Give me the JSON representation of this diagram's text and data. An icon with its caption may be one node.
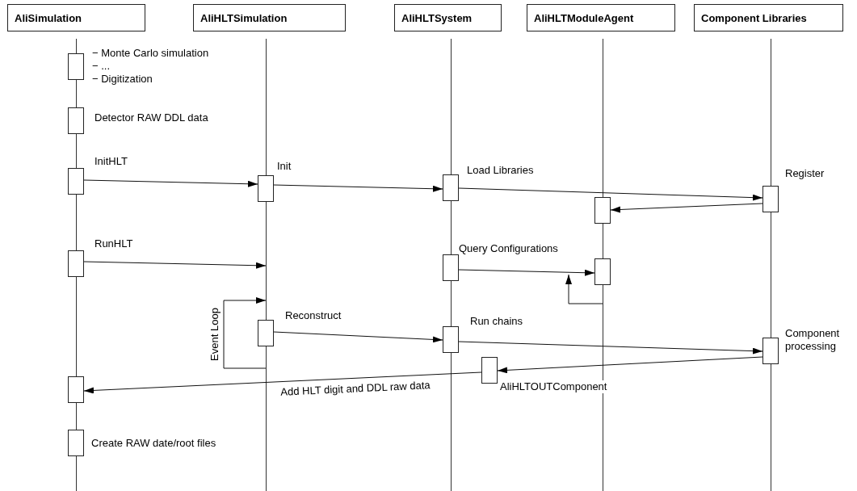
{
  "diagram": {
    "nodes": [
      {
        "text": [
          "AliSimulation"
        ]
      },
      {
        "text": [
          "AliHLTSimulation"
        ]
      },
      {
        "text": [
          "AliHLTSystem"
        ]
      },
      {
        "text": [
          "AliHLTModuleAgent"
        ]
      },
      {
        "text": [
          "Component Libraries"
        ]
      },
      {
        "text": [],
        "shape": "line"
      },
      {
        "text": [],
        "shape": "line"
      },
      {
        "text": [],
        "shape": "line"
      },
      {
        "text": [],
        "shape": "line"
      },
      {
        "text": [],
        "shape": "line"
      },
      {
        "text": [],
        "shape": "box",
        "beside": [
          "− Monte Carlo simulation",
          "− ...",
          "− Digitization"
        ]
      },
      {
        "text": [],
        "shape": "box",
        "beside": [
          "Detector RAW DDL data"
        ]
      },
      {
        "text": [],
        "shape": "box",
        "beside": [
          "InitHLT"
        ]
      },
      {
        "text": [],
        "shape": "box",
        "beside": [
          "Init"
        ]
      },
      {
        "text": [],
        "shape": "box",
        "beside": [
          "Load Libraries"
        ]
      },
      {
        "text": [],
        "shape": "box",
        "beside": [
          "Register"
        ]
      },
      {
        "text": [],
        "shape": "box"
      },
      {
        "text": [],
        "shape": "box",
        "beside": [
          "RunHLT"
        ]
      },
      {
        "text": [],
        "shape": "box",
        "beside": [
          "Query Configurations"
        ]
      },
      {
        "text": [],
        "shape": "box"
      },
      {
        "text": [],
        "shape": "box",
        "beside": [
          "Reconstruct"
        ]
      },
      {
        "text": [],
        "shape": "box",
        "beside": [
          "Run chains"
        ]
      },
      {
        "text": [],
        "shape": "box",
        "beside": [
          "Component processing"
        ]
      },
      {
        "text": [],
        "shape": "box",
        "beside": [
          "AliHLTOUTComponent"
        ]
      },
      {
        "text": [],
        "shape": "box"
      },
      {
        "text": [],
        "shape": "box",
        "beside": [
          "Create RAW date/root files"
        ]
      }
    ],
    "edges": [
      {
        "from": 12,
        "to": 13,
        "arrow": "to"
      },
      {
        "from": 13,
        "to": 14,
        "arrow": "to"
      },
      {
        "from": 14,
        "to": 15,
        "arrow": "to"
      },
      {
        "from": 15,
        "to": 16,
        "arrow": "to"
      },
      {
        "from": 17,
        "to": 6,
        "arrow": "to"
      },
      {
        "from": 18,
        "to": 19,
        "arrow": "to"
      },
      {
        "from": 8,
        "to": null,
        "arrow": "to"
      },
      {
        "from": 6,
        "to": 6,
        "arrow": "to",
        "label": "Event Loop"
      },
      {
        "from": 20,
        "to": 21,
        "arrow": "to"
      },
      {
        "from": 21,
        "to": 22,
        "arrow": "to"
      },
      {
        "from": 22,
        "to": 23,
        "arrow": "to"
      },
      {
        "from": 23,
        "to": 24,
        "arrow": "to",
        "label": "Add HLT digit and DDL raw data"
      }
    ]
  }
}
